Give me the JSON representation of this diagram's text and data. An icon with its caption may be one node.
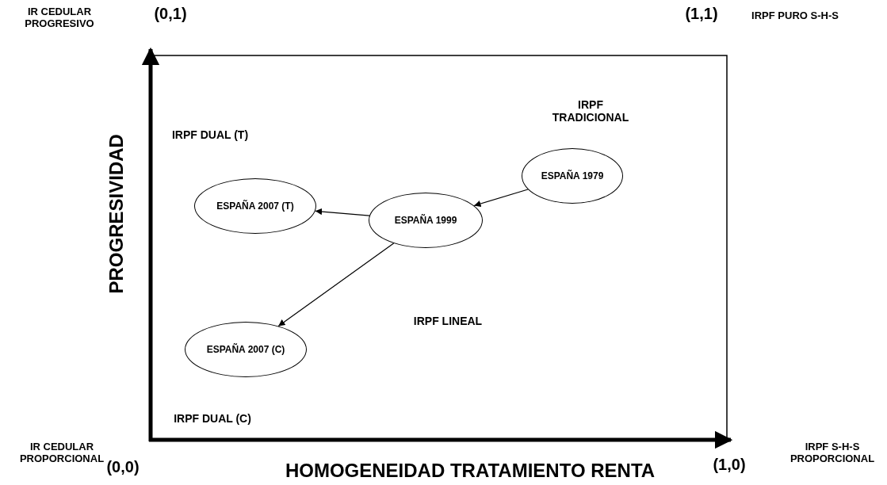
{
  "diagram": {
    "nodes": [
      {
        "text": [
          "ESPAÑA 1979"
        ]
      },
      {
        "text": [
          "ESPAÑA 1999"
        ]
      },
      {
        "text": [
          "ESPAÑA 2007 (T)"
        ]
      },
      {
        "text": [
          "ESPAÑA 2007 (C)"
        ]
      }
    ],
    "edges": [
      {
        "from": 0,
        "to": 1,
        "arrow": "to"
      },
      {
        "from": 1,
        "to": 2,
        "arrow": "to"
      },
      {
        "from": 1,
        "to": 3,
        "arrow": "to"
      }
    ],
    "labels": [
      "IR CEDULAR PROGRESIVO",
      "(0,1)",
      "(1,1)",
      "IRPF PURO S-H-S",
      "IRPF TRADICIONAL",
      "IRPF DUAL (T)",
      "PROGRESIVIDAD",
      "IRPF LINEAL",
      "IRPF DUAL (C)",
      "IR CEDULAR PROPORCIONAL",
      "IRPF S-H-S PROPORCIONAL",
      "(0,0)",
      "HOMOGENEIDAD TRATAMIENTO RENTA",
      "(1,0)"
    ]
  }
}
